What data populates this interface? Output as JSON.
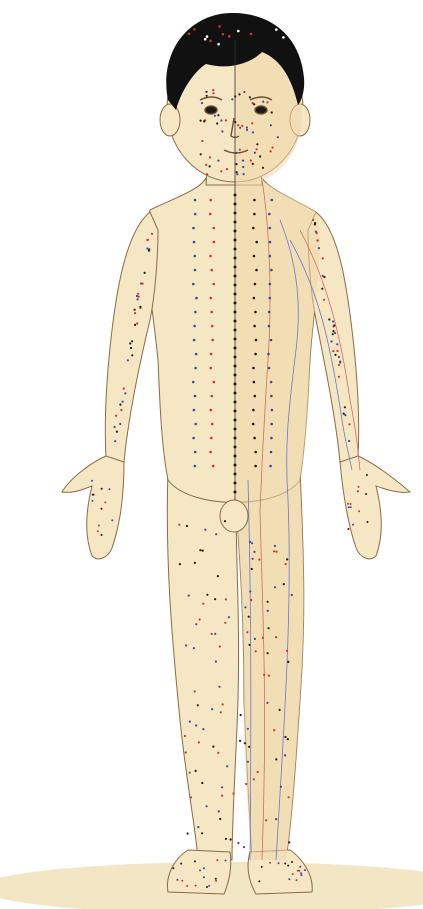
{
  "illustration": {
    "subject": "child-front-view-acupuncture-chart",
    "colors": {
      "skin": "#f6e7c4",
      "skin_shade": "#efd7a9",
      "outline": "#8a6b48",
      "hair": "#111111",
      "floor": "#f2e6c4",
      "point_red": "#d0302e",
      "point_blue": "#3848a8",
      "point_black": "#1a1a1a",
      "meridian_red": "#d96a5a",
      "meridian_blue": "#6a78c8"
    },
    "point_colors": [
      "point_blue",
      "point_red",
      "point_black"
    ]
  }
}
